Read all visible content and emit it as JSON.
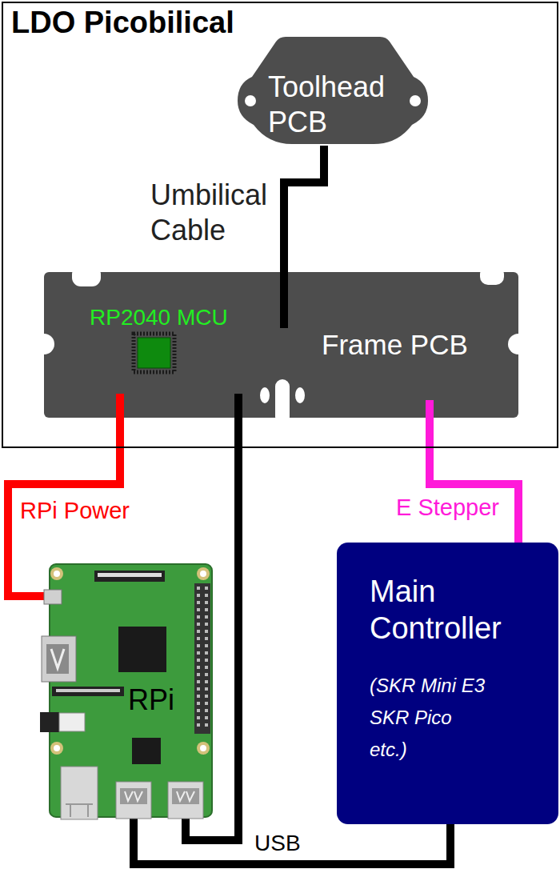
{
  "diagram": {
    "nodes": [
      {
        "text": [
          "LDO Picobilical"
        ]
      },
      {
        "text": [
          "Toolhead PCB"
        ],
        "in": 0
      },
      {
        "text": [
          "RP2040 MCU",
          "Frame PCB"
        ],
        "in": 0
      },
      {
        "text": [
          "RPi"
        ]
      },
      {
        "text": [
          "Main Controller",
          "(SKR Mini E3 SKR Pico etc.)"
        ]
      }
    ],
    "edges": [
      {
        "from": 1,
        "to": 2,
        "label": "Umbilical Cable",
        "arrow": "none"
      },
      {
        "from": 2,
        "to": 3,
        "label": "RPi Power",
        "arrow": "none"
      },
      {
        "from": 2,
        "to": 3,
        "arrow": "none"
      },
      {
        "from": 2,
        "to": 4,
        "label": "E Stepper",
        "arrow": "none"
      },
      {
        "from": 3,
        "to": 4,
        "label": "USB",
        "arrow": "none"
      }
    ]
  }
}
